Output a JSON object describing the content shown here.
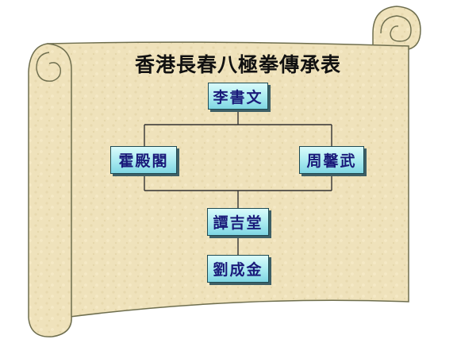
{
  "diagram": {
    "title": "香港長春八極拳傳承表",
    "nodes": [
      {
        "id": "root",
        "label": "李書文"
      },
      {
        "id": "left",
        "label": "霍殿閣"
      },
      {
        "id": "right",
        "label": "周馨武"
      },
      {
        "id": "mid",
        "label": "譚吉堂"
      },
      {
        "id": "bottom",
        "label": "劉成金"
      }
    ],
    "edges": [
      [
        "root",
        "left"
      ],
      [
        "root",
        "right"
      ],
      [
        "left",
        "mid"
      ],
      [
        "right",
        "mid"
      ],
      [
        "mid",
        "bottom"
      ]
    ]
  },
  "colors": {
    "scroll_fill": "#f0e3bc",
    "scroll_stroke": "#6e6e4e",
    "node_text": "#1a1a7a",
    "connector": "#333333"
  }
}
